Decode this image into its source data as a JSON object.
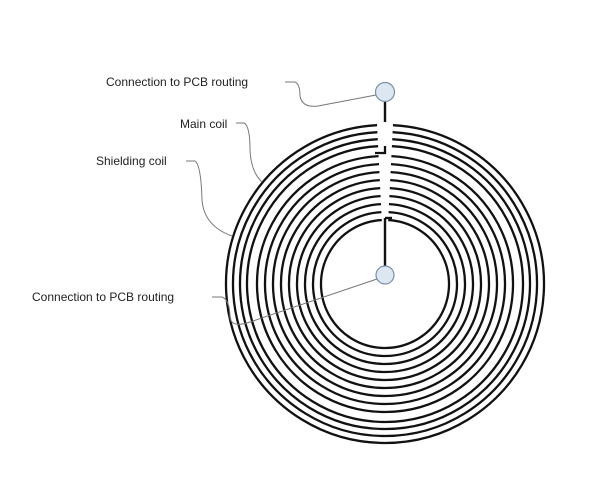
{
  "labels": {
    "connection_top": "Connection to PCB routing",
    "main_coil": "Main coil",
    "shielding_coil": "Shielding coil",
    "connection_bottom": "Connection to PCB routing"
  },
  "colors": {
    "trace": "#111111",
    "leader": "#777777",
    "pad_fill": "#dde7f2",
    "pad_stroke": "#7a8fa8"
  }
}
